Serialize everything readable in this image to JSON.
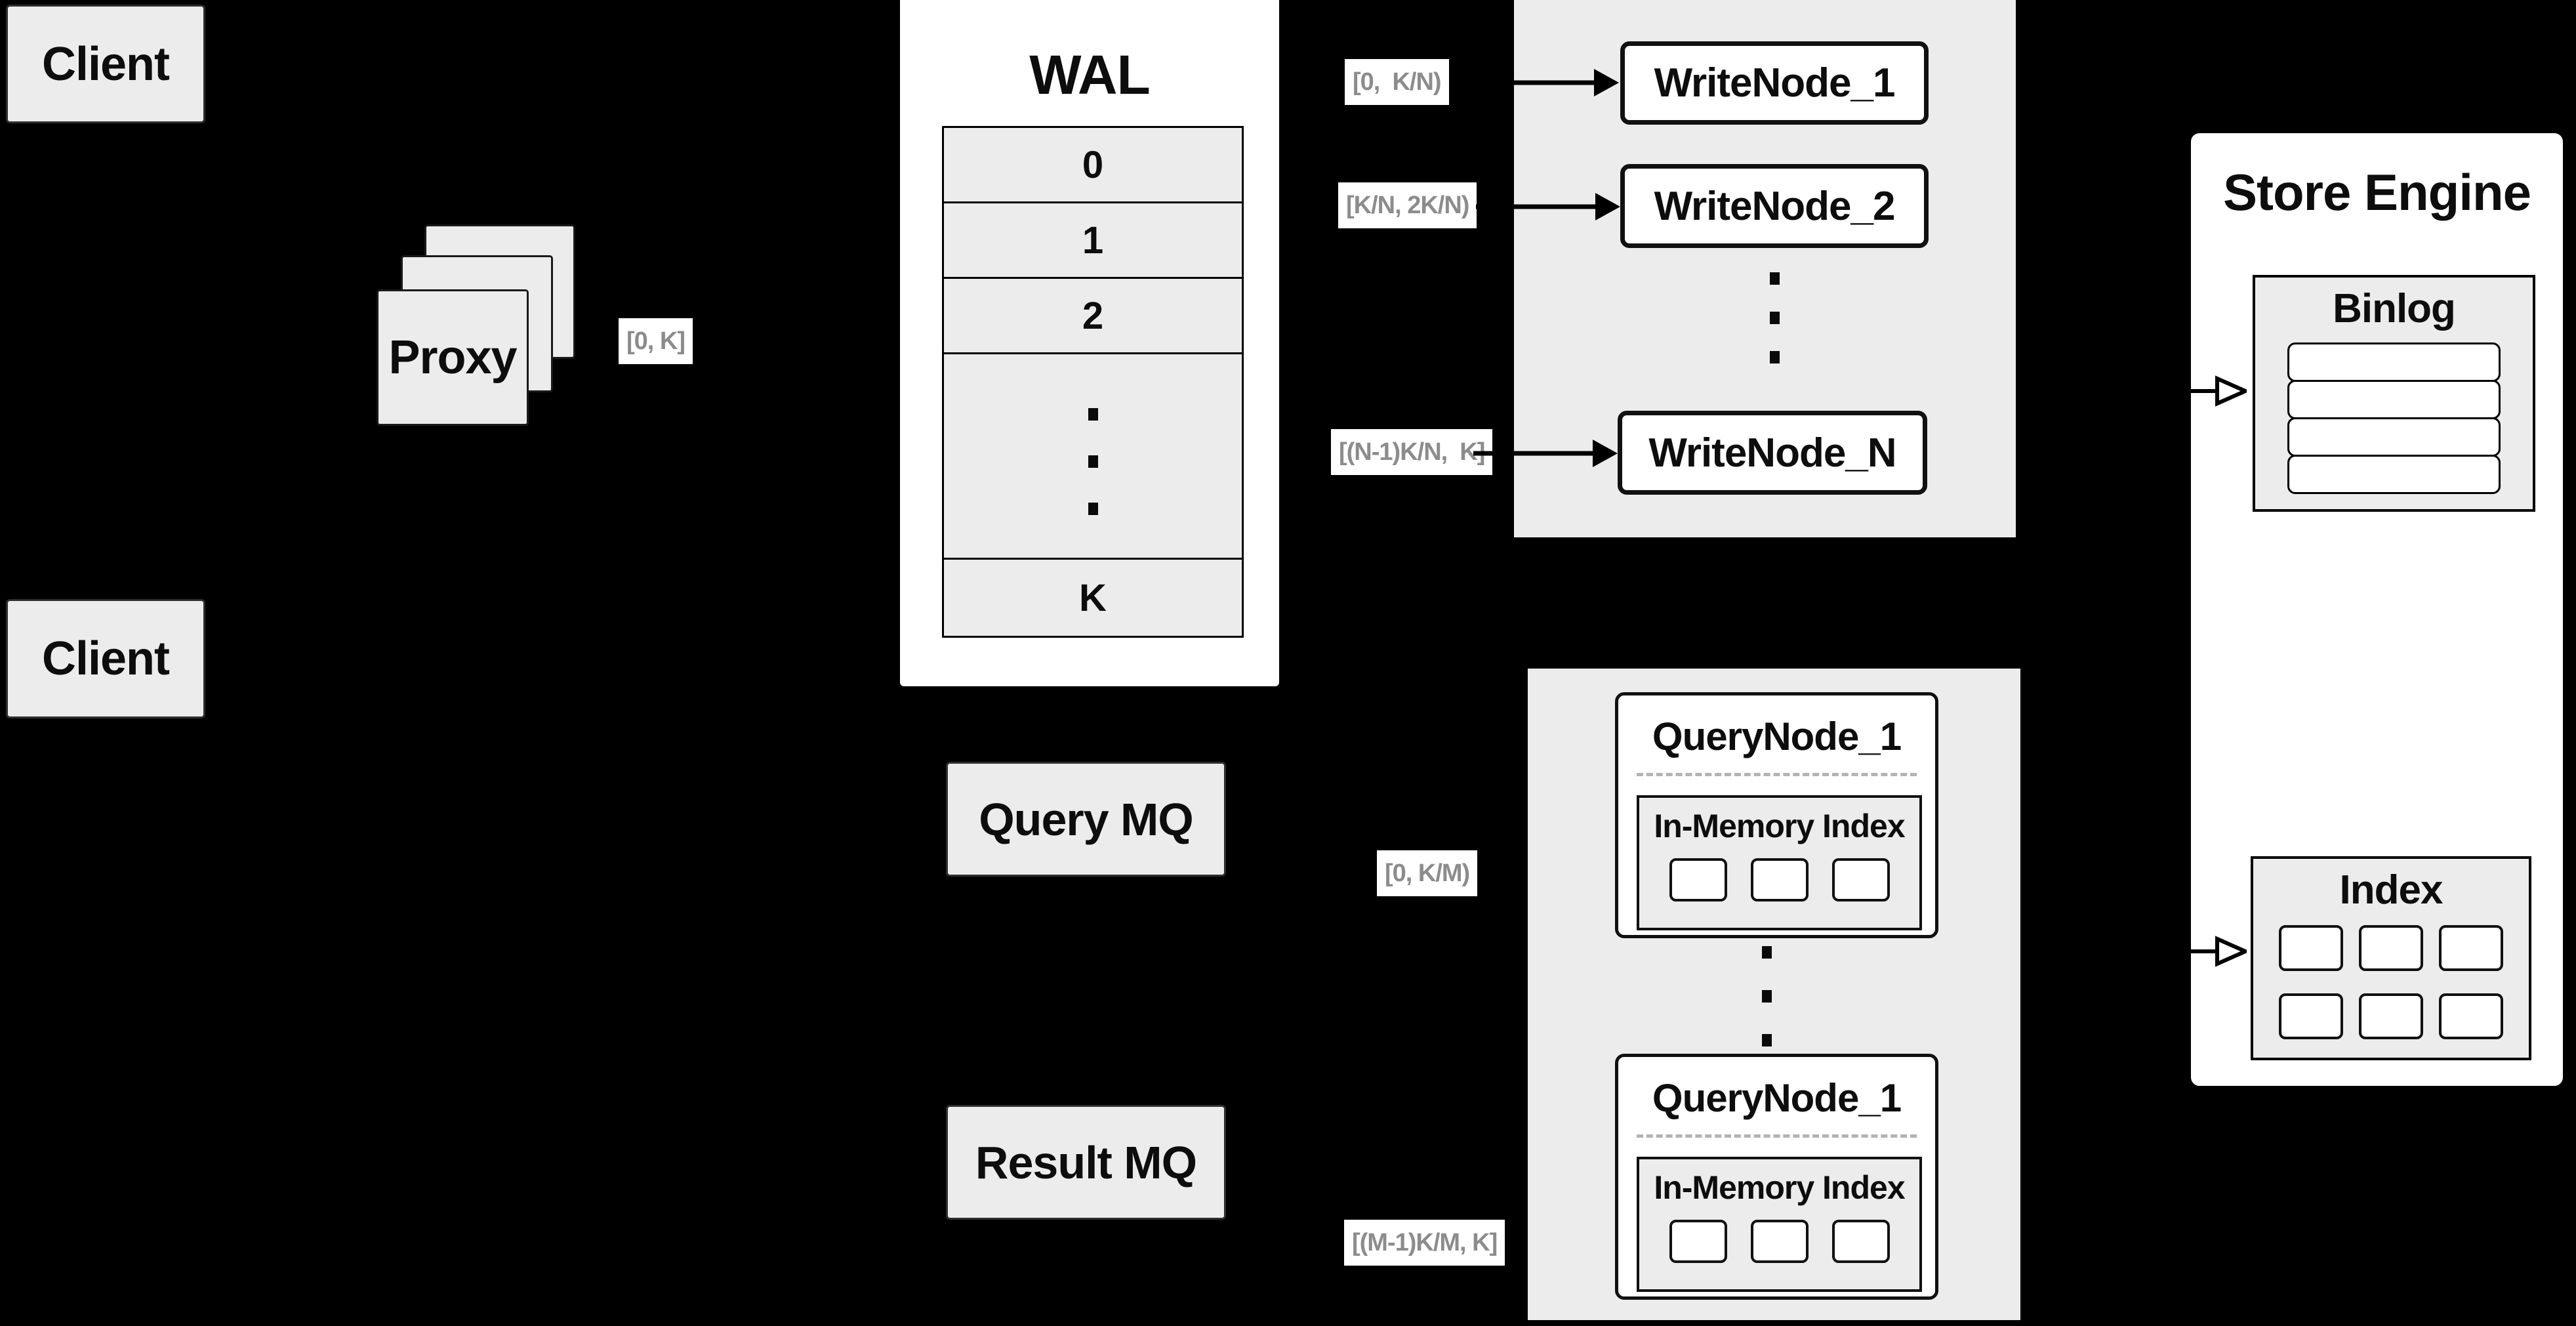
{
  "colors": {
    "background": "#000000",
    "panel_fill": "#ececec",
    "node_fill": "#ffffff",
    "border": "#111111",
    "text": "#0d0d0d",
    "range_label_text": "#8c8c8c",
    "dashed_divider": "#b3b3b3"
  },
  "clients": {
    "top": "Client",
    "bottom": "Client"
  },
  "proxy": {
    "label": "Proxy"
  },
  "wal": {
    "title": "WAL",
    "segments": [
      "0",
      "1",
      "2",
      "K"
    ],
    "ellipsis": "⋮"
  },
  "range_labels": {
    "proxy_out": "[0, K]",
    "write_1": "[0,  K/N)",
    "write_2": "[K/N, 2K/N)",
    "write_n": "[(N-1)K/N,  K]",
    "query_1": "[0, K/M)",
    "query_m": "[(M-1)K/M, K]"
  },
  "write_nodes": {
    "node_1": "WriteNode_1",
    "node_2": "WriteNode_2",
    "node_n": "WriteNode_N",
    "ellipsis": "⋮"
  },
  "query_nodes": {
    "ellipsis": "⋮",
    "top": {
      "title": "QueryNode_1",
      "index_title": "In-Memory Index"
    },
    "bottom": {
      "title": "QueryNode_1",
      "index_title": "In-Memory Index"
    }
  },
  "mq": {
    "query": "Query MQ",
    "result": "Result MQ"
  },
  "store_engine": {
    "title": "Store Engine",
    "binlog": {
      "title": "Binlog",
      "row_count": 4
    },
    "index": {
      "title": "Index",
      "cell_count": 6
    }
  },
  "edges": [
    {
      "from": "range-label-write-1",
      "to": "write-node-1",
      "style": "filled-arrow"
    },
    {
      "from": "range-label-write-2",
      "to": "write-node-2",
      "style": "filled-arrow"
    },
    {
      "from": "range-label-write-n",
      "to": "write-node-n",
      "style": "filled-arrow"
    },
    {
      "from": "range-label-query-1",
      "to": "query-node-top",
      "style": "filled-arrow"
    },
    {
      "from": "range-label-query-m",
      "to": "query-node-bottom",
      "style": "filled-arrow"
    },
    {
      "from": "write-nodes",
      "to": "store-engine-binlog",
      "style": "open-arrow"
    },
    {
      "from": "query-nodes",
      "to": "store-engine-index",
      "style": "open-arrow"
    }
  ]
}
